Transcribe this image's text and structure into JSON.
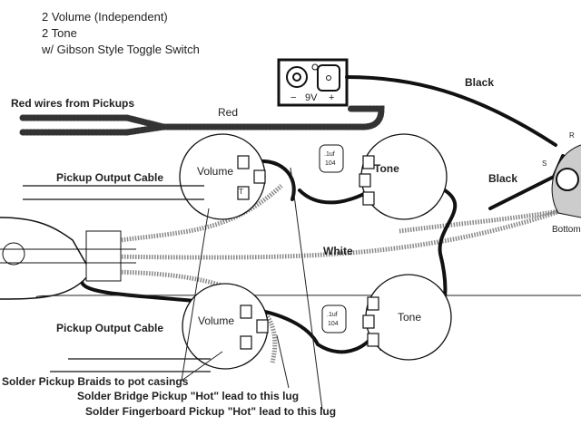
{
  "header": {
    "lines": [
      "2 Volume (Independent)",
      "2  Tone",
      "w/ Gibson Style Toggle Switch"
    ]
  },
  "battery": {
    "minus": "−",
    "label": "9V",
    "plus": "+"
  },
  "wires": {
    "red_from_pickups": "Red wires from Pickups",
    "red": "Red",
    "black_top": "Black",
    "black_switch": "Black",
    "white": "White"
  },
  "pots": {
    "volume_top": "Volume",
    "tone_top": "Tone",
    "volume_bottom": "Volume",
    "tone_bottom": "Tone"
  },
  "capacitors": [
    {
      "value": ".1uf",
      "code": "104"
    },
    {
      "value": ".1uf",
      "code": "104"
    }
  ],
  "switch": {
    "r": "R",
    "s": "S",
    "t": "T",
    "bottom": "Bottom"
  },
  "labels": {
    "output_cable_top": "Pickup Output Cable",
    "output_cable_bottom": "Pickup Output Cable",
    "braids": "Solder Pickup Braids to pot casings",
    "bridge_hot": "Solder Bridge Pickup \"Hot\" lead to this lug",
    "fingerboard_hot": "Solder Fingerboard Pickup \"Hot\" lead to this lug"
  }
}
